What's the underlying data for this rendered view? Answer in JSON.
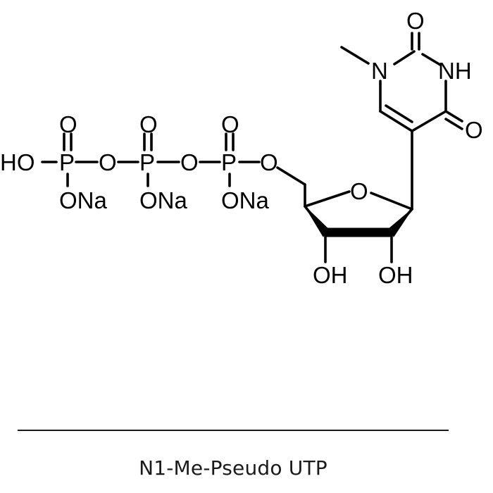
{
  "caption": "N1-Me-Pseudo UTP",
  "atoms": {
    "ho": "HO",
    "p1": "P",
    "p2": "P",
    "p3": "P",
    "o_top1": "O",
    "o_top2": "O",
    "o_top3": "O",
    "o_link1": "O",
    "o_link2": "O",
    "o_link3": "O",
    "ona1": "ONa",
    "ona2": "ONa",
    "ona3": "ONa",
    "o_ring": "O",
    "oh_left": "OH",
    "oh_right": "OH",
    "n1": "N",
    "nh": "NH",
    "o_c2": "O",
    "o_c4": "O"
  }
}
